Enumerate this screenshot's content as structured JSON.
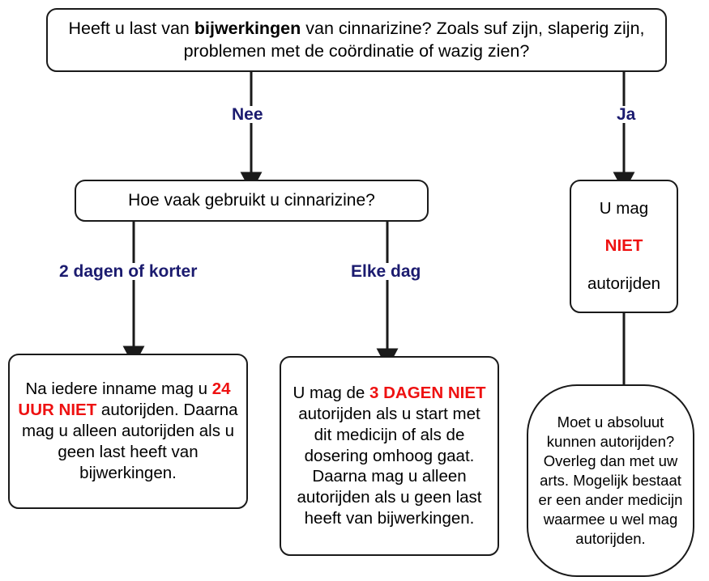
{
  "diagram": {
    "title": "Cinnarizine bijwerkingen en autorijden stroomschema",
    "colors": {
      "label_blue": "#1b1b6f",
      "warning_red": "#ee1111",
      "box_border": "#1a1a1a",
      "background": "#ffffff"
    }
  },
  "nodes": {
    "top_question": {
      "text_part1": "Heeft u last van ",
      "text_bold": "bijwerkingen",
      "text_part2": " van cinnarizine? Zoals suf zijn, slaperig zijn, problemen met de coördinatie of wazig zien?"
    },
    "frequency_question": {
      "text": "Hoe vaak gebruikt u cinnarizine?"
    },
    "outcome_left": {
      "text_part1": "Na iedere inname mag u ",
      "text_warn": "24 UUR NIET",
      "text_part2": " autorijden. Daarna mag u alleen autorijden als u geen last heeft van bijwerkingen."
    },
    "outcome_middle": {
      "text_part1": "U mag de ",
      "text_warn": "3 DAGEN NIET",
      "text_part2": " autorijden als u start met dit medicijn of als de dosering omhoog gaat. Daarna mag u alleen autorijden als u geen last heeft van bijwerkingen."
    },
    "outcome_right": {
      "line1": "U mag",
      "line2_warn": "NIET",
      "line3": "autorijden"
    },
    "advice_right": {
      "text": "Moet u absoluut kunnen autorijden? Overleg dan met uw arts. Mogelijk bestaat er een ander medicijn waarmee u wel mag autorijden."
    }
  },
  "edges": {
    "no": {
      "label": "Nee"
    },
    "yes": {
      "label": "Ja"
    },
    "two_days_or_shorter": {
      "label": "2 dagen of korter"
    },
    "every_day": {
      "label": "Elke dag"
    }
  }
}
